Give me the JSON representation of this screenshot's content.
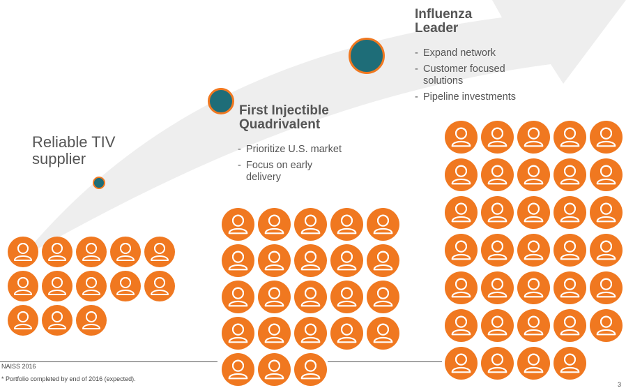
{
  "colors": {
    "accent": "#f07820",
    "dot_fill": "#1e6d78",
    "dot_ring": "#f07820",
    "arrow": "#eeeeee"
  },
  "stages": [
    {
      "title": "Reliable TIV\nsupplier",
      "bullets": []
    },
    {
      "title": "First  Injectible\nQuadrivalent",
      "bullets": [
        "Prioritize U.S. market",
        "Focus on early\ndelivery"
      ]
    },
    {
      "title": "Influenza\nLeader",
      "bullets": [
        "Expand network",
        "Customer focused\nsolutions",
        "Pipeline investments"
      ]
    }
  ],
  "person_counts": [
    13,
    23,
    34
  ],
  "person_icon": "person-icon",
  "footer": {
    "source": "NAISS 2016",
    "note": "* Portfolio completed by end of 2016 (expected).",
    "page_number": "3"
  }
}
